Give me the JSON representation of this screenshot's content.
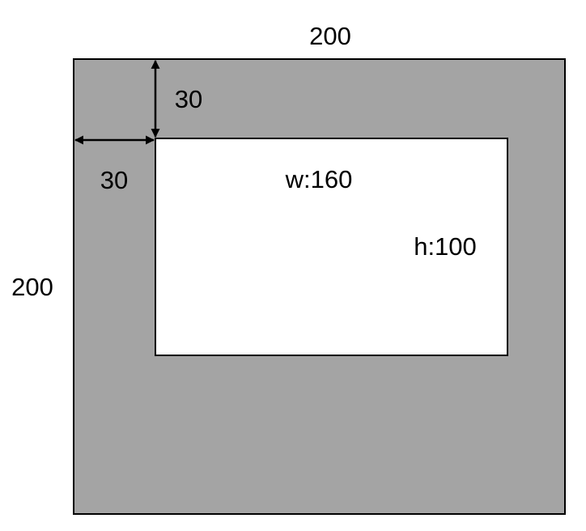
{
  "colors": {
    "outer_fill": "#a4a4a4",
    "inner_fill": "#ffffff",
    "stroke": "#000000"
  },
  "outer": {
    "width_label": "200",
    "height_label": "200"
  },
  "offsets": {
    "top_label": "30",
    "left_label": "30"
  },
  "inner": {
    "width_label": "w:160",
    "height_label": "h:100"
  }
}
